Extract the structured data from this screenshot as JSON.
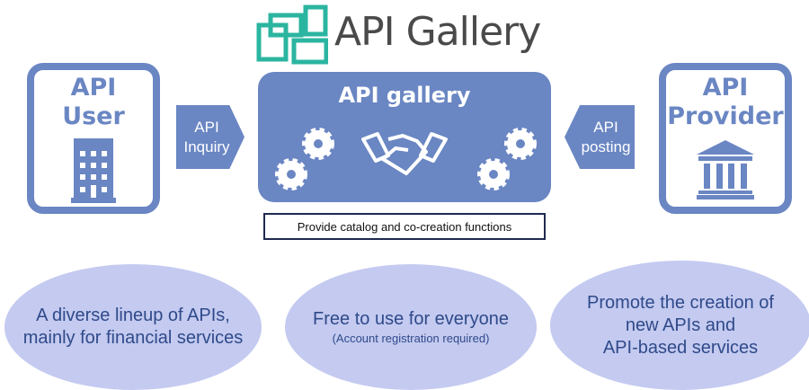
{
  "logo": {
    "text": "API Gallery",
    "accent": "#2bb5a0"
  },
  "left": {
    "title_line1": "API",
    "title_line2": "User",
    "icon": "building-icon"
  },
  "inquiry": {
    "line1": "API",
    "line2": "Inquiry"
  },
  "center": {
    "title": "API gallery",
    "icons": [
      "gear-icon",
      "handshake-icon"
    ]
  },
  "posting": {
    "line1": "API",
    "line2": "posting"
  },
  "right": {
    "title_line1": "API",
    "title_line2": "Provider",
    "icon": "bank-icon"
  },
  "caption": "Provide catalog and co-creation functions",
  "features": [
    {
      "line1": "A diverse lineup of APIs,",
      "line2": "mainly for financial services"
    },
    {
      "line1": "Free to use for everyone",
      "note": "(Account registration required)"
    },
    {
      "line1": "Promote the creation of",
      "line2": "new APIs and",
      "line3": "API-based services"
    }
  ],
  "colors": {
    "primary": "#6a86c3",
    "ellipse": "#c4caf0",
    "text": "#2f4a8a"
  }
}
